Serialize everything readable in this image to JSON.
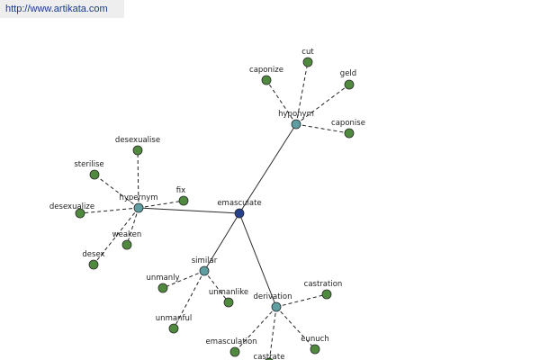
{
  "site_url": "http://www.artikata.com",
  "colors": {
    "center": "#27408b",
    "relation": "#5f9ea0",
    "leaf": "#4f8a3f"
  },
  "graph": {
    "center": "emasculate",
    "relations": [
      {
        "label": "hyponym",
        "terms": [
          "caponize",
          "cut",
          "geld",
          "caponise"
        ]
      },
      {
        "label": "hypernym",
        "terms": [
          "desexualise",
          "sterilise",
          "fix",
          "desexualize",
          "weaken",
          "desex"
        ]
      },
      {
        "label": "similar",
        "terms": [
          "unmanly",
          "unmanlike",
          "unmanful"
        ]
      },
      {
        "label": "derivation",
        "terms": [
          "castration",
          "emasculation",
          "castrate",
          "eunuch"
        ]
      }
    ]
  }
}
